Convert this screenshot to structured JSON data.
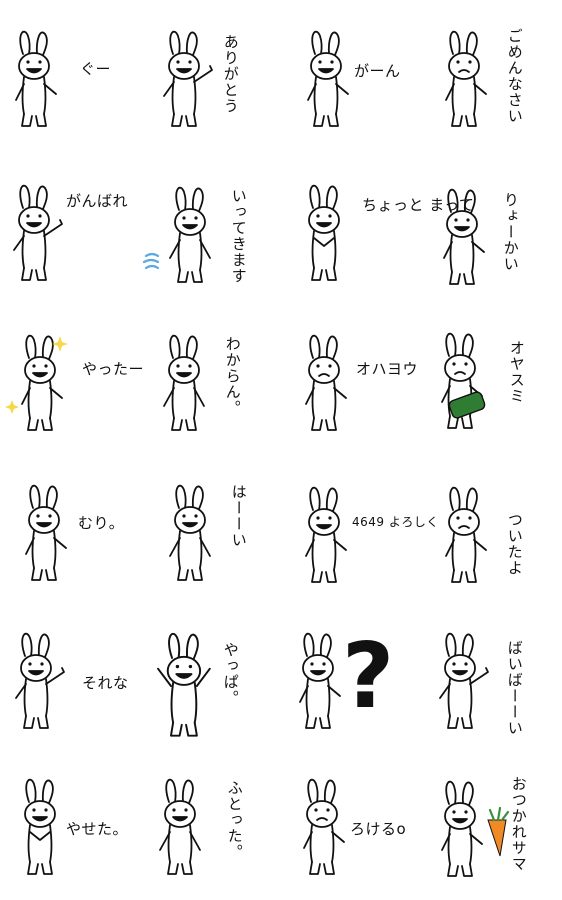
{
  "colors": {
    "ink": "#111111",
    "tear_blue": "#5aa9e6",
    "sparkle_yellow": "#f5d94a",
    "pillow_green": "#2f7d32",
    "carrot_orange": "#f08a24",
    "carrot_leaf": "#3b8f3b"
  },
  "stickers": [
    {
      "label": "ぐー",
      "icon": "none"
    },
    {
      "label": "ありがとう",
      "icon": "none"
    },
    {
      "label": "がーん",
      "icon": "none"
    },
    {
      "label": "ごめんなさい",
      "icon": "none"
    },
    {
      "label": "がんばれ",
      "icon": "none"
    },
    {
      "label": "いってきます",
      "icon": "dash-lines-icon"
    },
    {
      "label": "ちょっと まって",
      "icon": "none"
    },
    {
      "label": "りょーかい",
      "icon": "none"
    },
    {
      "label": "やったー",
      "icon": "sparkle-icon"
    },
    {
      "label": "わからん。",
      "icon": "none"
    },
    {
      "label": "オハヨウ",
      "icon": "none"
    },
    {
      "label": "オヤスミ",
      "icon": "pillow-icon"
    },
    {
      "label": "むり。",
      "icon": "none"
    },
    {
      "label": "はーーい",
      "icon": "none"
    },
    {
      "label": "4649 よろしく",
      "icon": "none"
    },
    {
      "label": "ついたよ",
      "icon": "none"
    },
    {
      "label": "それな",
      "icon": "none"
    },
    {
      "label": "やっぱ。",
      "icon": "none"
    },
    {
      "label": "?",
      "icon": "none"
    },
    {
      "label": "ばいばーーい",
      "icon": "none"
    },
    {
      "label": "やせた。",
      "icon": "none"
    },
    {
      "label": "ふとった。",
      "icon": "none"
    },
    {
      "label": "ろけるo",
      "icon": "none"
    },
    {
      "label": "おつかれサマ",
      "icon": "carrot-icon"
    }
  ]
}
